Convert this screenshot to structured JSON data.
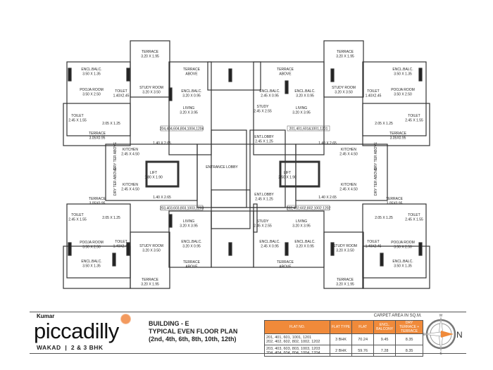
{
  "rooms": [
    {
      "name": "TERRACE",
      "size": "3.20 X 1.95"
    },
    {
      "name": "TERRACE",
      "size": "ABOVE"
    },
    {
      "name": "ENCL.BALC.",
      "size": "3.50 X 1.35"
    },
    {
      "name": "POOJA ROOM",
      "size": "3.50 X 2.50"
    },
    {
      "name": "TOILET",
      "size": "1.40X2.45"
    },
    {
      "name": "STUDY ROOM",
      "size": "3.20 X 3.50"
    },
    {
      "name": "ENCL.BALC.",
      "size": "3.20 X 0.95"
    },
    {
      "name": "LIVING",
      "size": "3.20 X 3.95"
    },
    {
      "name": "TOILET",
      "size": "2.45 X 1.55"
    },
    {
      "name": "",
      "size": "2.05 X 1.25"
    },
    {
      "name": "TERRACE",
      "size": "3.05X0.95"
    },
    {
      "name": "",
      "size": "1.40 X 2.65"
    },
    {
      "name": "TERRACE",
      "size": "3.20 X 1.95"
    },
    {
      "name": "TERRACE",
      "size": "ABOVE"
    },
    {
      "name": "ENCL.BALC.",
      "size": "2.45 X 0.95"
    },
    {
      "name": "ENCL.BALC.",
      "size": "3.20 X 0.95"
    },
    {
      "name": "STUDY ROOM",
      "size": "3.20 X 3.50"
    },
    {
      "name": "TOILET",
      "size": "1.40X2.45"
    },
    {
      "name": "POOJA ROOM",
      "size": "3.50 X 2.50"
    },
    {
      "name": "ENCL.BALC.",
      "size": "3.50 X 1.35"
    },
    {
      "name": "STUDY",
      "size": "2.45 X 2.55"
    },
    {
      "name": "LIVING",
      "size": "3.20 X 3.95"
    },
    {
      "name": "TOILET",
      "size": "2.45 X 1.55"
    },
    {
      "name": "",
      "size": "2.05 X 1.25"
    },
    {
      "name": "TERRACE",
      "size": "3.05X0.95"
    },
    {
      "name": "",
      "size": "1.40 X 2.65"
    },
    {
      "name": "ENT.LOBBY",
      "size": "2.45 X 1.25"
    },
    {
      "name": "KITCHEN",
      "size": "2.45 X 4.50"
    },
    {
      "name": "KITCHEN",
      "size": "2.45 X 4.50"
    },
    {
      "name": "LIFT",
      "size": "1.80 X 1.90"
    },
    {
      "name": "ENTRANCE LOBBY",
      "size": ""
    },
    {
      "name": "LIFT",
      "size": "2.50 X 1.90"
    },
    {
      "name": "KITCHEN",
      "size": "2.45 X 4.50"
    },
    {
      "name": "KITCHEN",
      "size": "2.45 X 4.50"
    },
    {
      "name": "",
      "size": "1.40 X 2.65"
    },
    {
      "name": "",
      "size": "1.40 X 2.65"
    },
    {
      "name": "ENT.LOBBY",
      "size": "2.45 X 1.25"
    },
    {
      "name": "TERRACE",
      "size": "3.05X0.95"
    },
    {
      "name": "TERRACE",
      "size": "3.05X0.95"
    },
    {
      "name": "TOILET",
      "size": "2.45 X 1.55"
    },
    {
      "name": "",
      "size": "2.05 X 1.25"
    },
    {
      "name": "LIVING",
      "size": "3.20 X 3.95"
    },
    {
      "name": "POOJA ROOM",
      "size": "3.50 X 2.50"
    },
    {
      "name": "TOILET",
      "size": "1.40X2.45"
    },
    {
      "name": "STUDY ROOM",
      "size": "3.20 X 3.50"
    },
    {
      "name": "ENCL.BALC.",
      "size": "3.20 X 0.95"
    },
    {
      "name": "ENCL.BALC.",
      "size": "3.50 X 1.35"
    },
    {
      "name": "TERRACE",
      "size": "ABOVE"
    },
    {
      "name": "TERRACE",
      "size": "3.20 X 1.95"
    },
    {
      "name": "STUDY",
      "size": "2.45 X 2.55"
    },
    {
      "name": "LIVING",
      "size": "3.20 X 3.95"
    },
    {
      "name": "ENCL.BALC.",
      "size": "2.45 X 0.95"
    },
    {
      "name": "ENCL.BALC.",
      "size": "3.20 X 0.95"
    },
    {
      "name": "STUDY ROOM",
      "size": "3.20 X 3.50"
    },
    {
      "name": "TOILET",
      "size": "1.40X2.45"
    },
    {
      "name": "POOJA ROOM",
      "size": "3.50 X 2.50"
    },
    {
      "name": "",
      "size": "2.05 X 1.25"
    },
    {
      "name": "TOILET",
      "size": "2.45 X 1.55"
    },
    {
      "name": "ENCL.BALC.",
      "size": "3.50 X 1.35"
    },
    {
      "name": "TERRACE",
      "size": "ABOVE"
    },
    {
      "name": "TERRACE",
      "size": "3.20 X 1.95"
    }
  ],
  "dry_terrace_label": "DRY TER ABOVE",
  "flat_tags": [
    "204,404,604,804,1004,1204",
    "201,401,601&1001,1201",
    "203,403,603,803,1003,1203",
    "202,402,602,802,1002,1202"
  ],
  "brand": {
    "kumar": "Kumar",
    "name": "piccadilly",
    "sub": "WAKAD  |  2 & 3 BHK",
    "logo_color": "#f39a5e"
  },
  "building": {
    "line1": "BUILDING - E",
    "line2": "TYPICAL EVEN FLOOR PLAN",
    "line3": "(2nd, 4th, 6th, 8th, 10th, 12th)"
  },
  "area_table": {
    "title": "CARPET AREA IN SQ.M.",
    "header_color": "#f08a3a",
    "headers": [
      "FLAT NO.",
      "FLAT TYPE",
      "FLAT",
      "ENCL. BALCONY",
      "DRY TERRACE + TERRACE"
    ],
    "rows": [
      {
        "flat_no": "201, 401, 601, 1001, 1201\n202, 402, 602, 802, 1002, 1202",
        "type": "3 BHK",
        "flat": "70.24",
        "balcony": "9.45",
        "terrace": "8.35"
      },
      {
        "flat_no": "203, 403, 603, 803, 1003, 1203\n204, 404, 604, 804, 1004, 1204",
        "type": "2 BHK",
        "flat": "59.76",
        "balcony": "7.28",
        "terrace": "8.35"
      }
    ]
  },
  "compass": {
    "n": "N",
    "w": "W",
    "e": "E",
    "s": "S",
    "accent": "#f08a3a"
  }
}
